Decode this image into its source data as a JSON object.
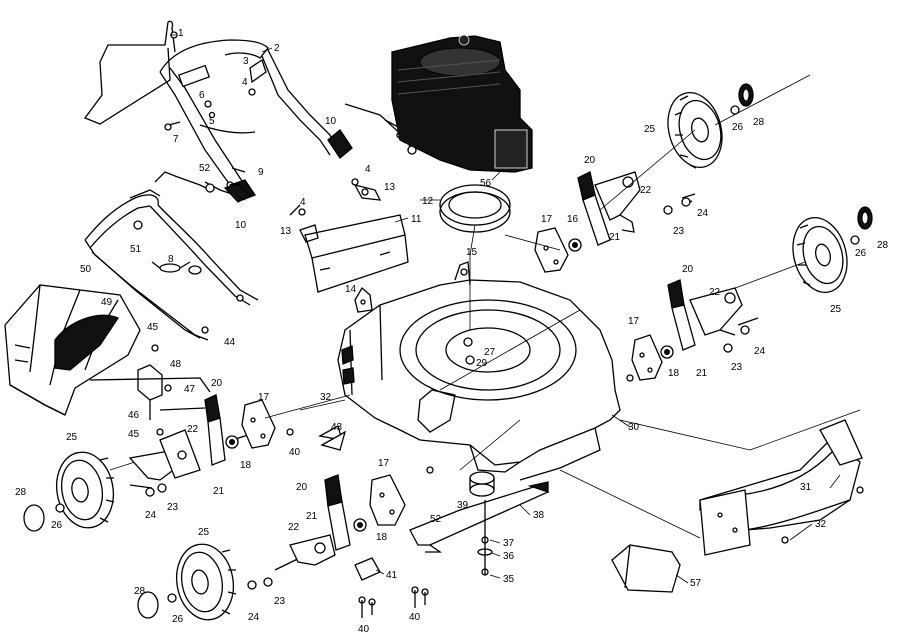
{
  "diagram": {
    "labels": [
      {
        "id": "p1",
        "text": "1"
      },
      {
        "id": "p2",
        "text": "2"
      },
      {
        "id": "p3",
        "text": "3"
      },
      {
        "id": "p4a",
        "text": "4"
      },
      {
        "id": "p5",
        "text": "5"
      },
      {
        "id": "p6",
        "text": "6"
      },
      {
        "id": "p7",
        "text": "7"
      },
      {
        "id": "p8",
        "text": "8"
      },
      {
        "id": "p9",
        "text": "9"
      },
      {
        "id": "p10a",
        "text": "10"
      },
      {
        "id": "p10b",
        "text": "10"
      },
      {
        "id": "p4b",
        "text": "4"
      },
      {
        "id": "p13a",
        "text": "13"
      },
      {
        "id": "p4c",
        "text": "4"
      },
      {
        "id": "p13b",
        "text": "13"
      },
      {
        "id": "p11",
        "text": "11"
      },
      {
        "id": "p12",
        "text": "12"
      },
      {
        "id": "p56",
        "text": "56"
      },
      {
        "id": "p52a",
        "text": "52"
      },
      {
        "id": "p51",
        "text": "51"
      },
      {
        "id": "p50",
        "text": "50"
      },
      {
        "id": "p49",
        "text": "49"
      },
      {
        "id": "p44",
        "text": "44"
      },
      {
        "id": "p14",
        "text": "14"
      },
      {
        "id": "p15",
        "text": "15"
      },
      {
        "id": "p17a",
        "text": "17"
      },
      {
        "id": "p16",
        "text": "16"
      },
      {
        "id": "p20a",
        "text": "20"
      },
      {
        "id": "p21a",
        "text": "21"
      },
      {
        "id": "p22a",
        "text": "22"
      },
      {
        "id": "p23a",
        "text": "23"
      },
      {
        "id": "p24a",
        "text": "24"
      },
      {
        "id": "p25a",
        "text": "25"
      },
      {
        "id": "p26a",
        "text": "26"
      },
      {
        "id": "p28a",
        "text": "28"
      },
      {
        "id": "p25b",
        "text": "25"
      },
      {
        "id": "p26b",
        "text": "26"
      },
      {
        "id": "p28b",
        "text": "28"
      },
      {
        "id": "p20b",
        "text": "20"
      },
      {
        "id": "p22b",
        "text": "22"
      },
      {
        "id": "p17b",
        "text": "17"
      },
      {
        "id": "p18a",
        "text": "18"
      },
      {
        "id": "p21b",
        "text": "21"
      },
      {
        "id": "p23b",
        "text": "23"
      },
      {
        "id": "p24b",
        "text": "24"
      },
      {
        "id": "p27",
        "text": "27"
      },
      {
        "id": "p29",
        "text": "29"
      },
      {
        "id": "p30",
        "text": "30"
      },
      {
        "id": "p45a",
        "text": "45"
      },
      {
        "id": "p48",
        "text": "48"
      },
      {
        "id": "p47",
        "text": "47"
      },
      {
        "id": "p46",
        "text": "46"
      },
      {
        "id": "p45b",
        "text": "45"
      },
      {
        "id": "p20c",
        "text": "20"
      },
      {
        "id": "p17c",
        "text": "17"
      },
      {
        "id": "p22c",
        "text": "22"
      },
      {
        "id": "p18b",
        "text": "18"
      },
      {
        "id": "p21c",
        "text": "21"
      },
      {
        "id": "p32a",
        "text": "32"
      },
      {
        "id": "p40a",
        "text": "40"
      },
      {
        "id": "p43",
        "text": "43"
      },
      {
        "id": "p25c",
        "text": "25"
      },
      {
        "id": "p24c",
        "text": "24"
      },
      {
        "id": "p23c",
        "text": "23"
      },
      {
        "id": "p28c",
        "text": "28"
      },
      {
        "id": "p26c",
        "text": "26"
      },
      {
        "id": "p17d",
        "text": "17"
      },
      {
        "id": "p20d",
        "text": "20"
      },
      {
        "id": "p21d",
        "text": "21"
      },
      {
        "id": "p22d",
        "text": "22"
      },
      {
        "id": "p18c",
        "text": "18"
      },
      {
        "id": "p52b",
        "text": "52"
      },
      {
        "id": "p39",
        "text": "39"
      },
      {
        "id": "p38",
        "text": "38"
      },
      {
        "id": "p37",
        "text": "37"
      },
      {
        "id": "p36",
        "text": "36"
      },
      {
        "id": "p35",
        "text": "35"
      },
      {
        "id": "p41",
        "text": "41"
      },
      {
        "id": "p40b",
        "text": "40"
      },
      {
        "id": "p40c",
        "text": "40"
      },
      {
        "id": "p25d",
        "text": "25"
      },
      {
        "id": "p24d",
        "text": "24"
      },
      {
        "id": "p23d",
        "text": "23"
      },
      {
        "id": "p28d",
        "text": "28"
      },
      {
        "id": "p26d",
        "text": "26"
      },
      {
        "id": "p31",
        "text": "31"
      },
      {
        "id": "p32b",
        "text": "32"
      },
      {
        "id": "p57",
        "text": "57"
      }
    ]
  }
}
